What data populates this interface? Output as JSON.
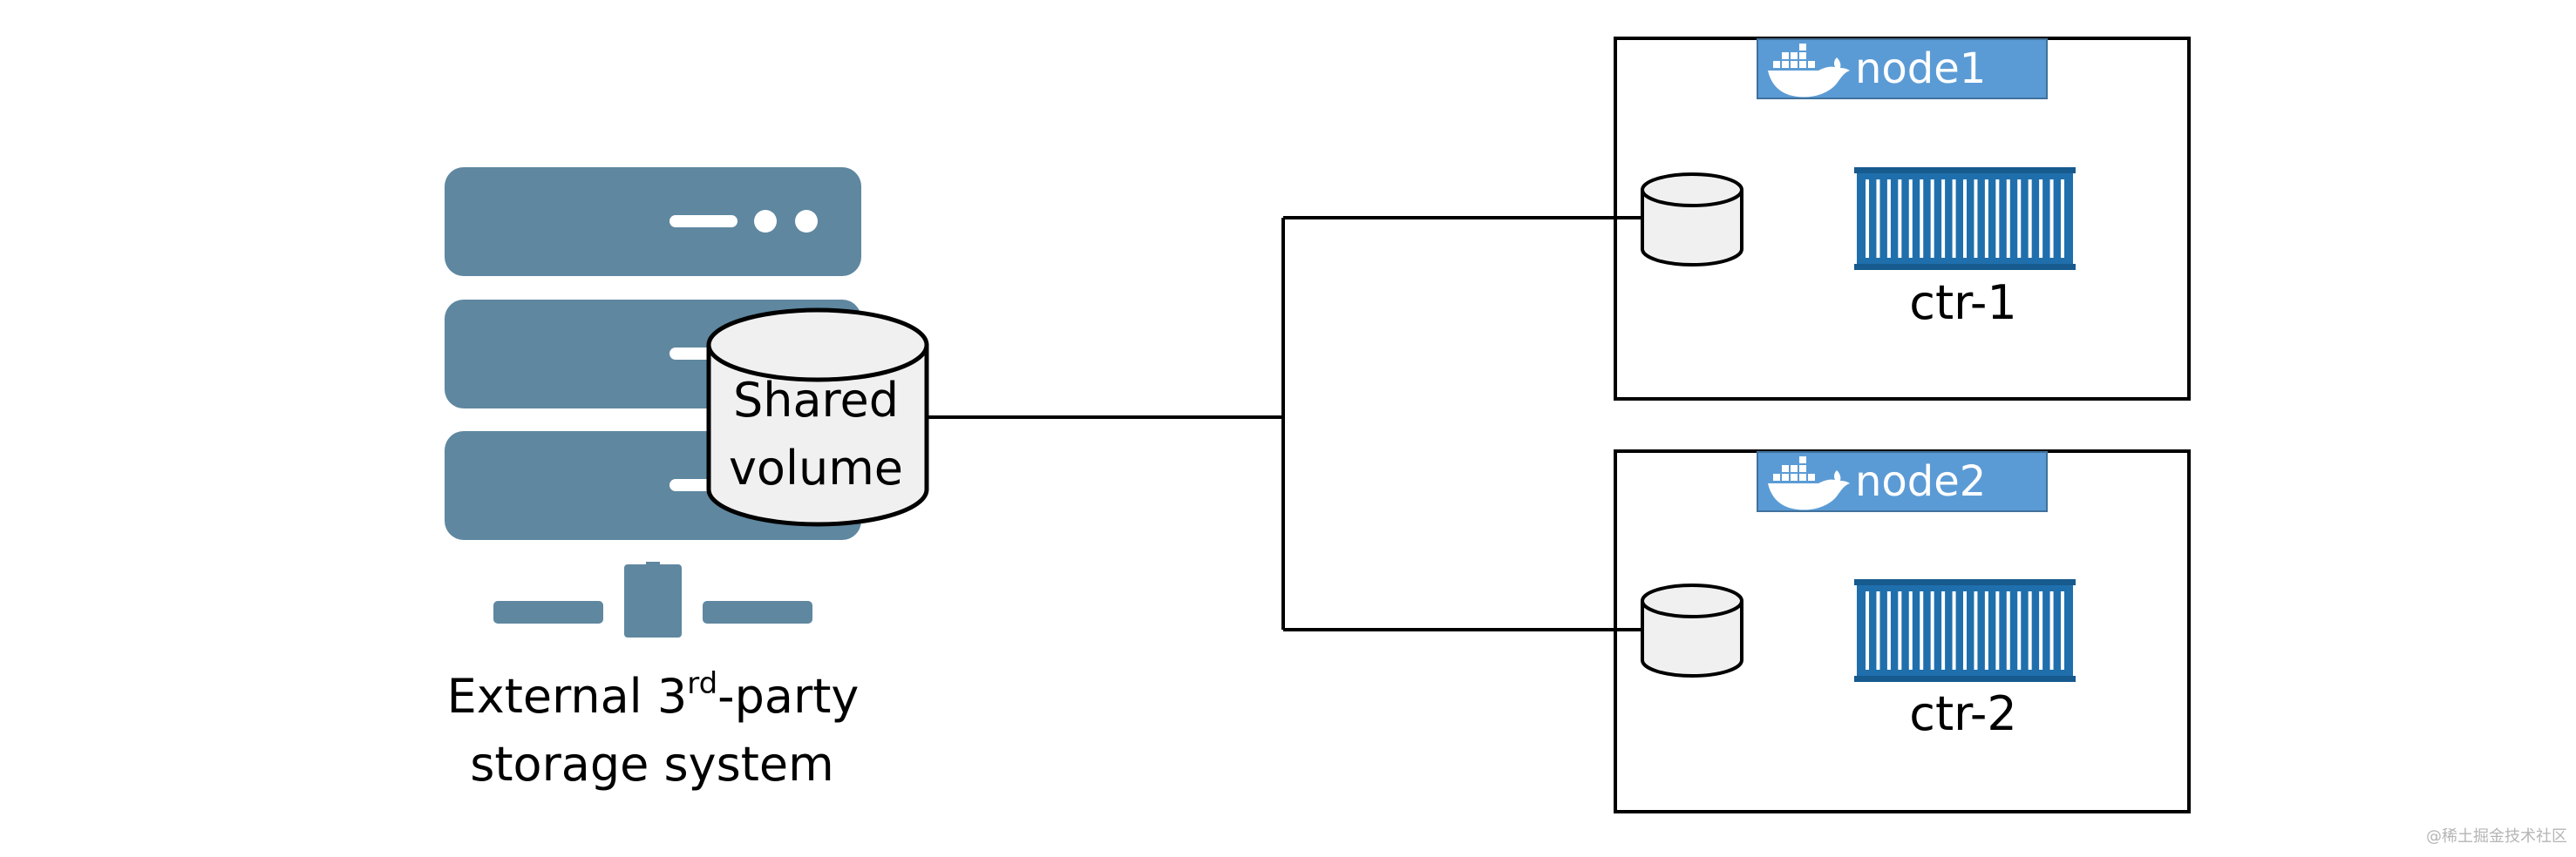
{
  "storage": {
    "label_line1_prefix": "External 3",
    "label_line1_sup": "rd",
    "label_line1_suffix": "-party",
    "label_line2": "storage system",
    "volume_line1": "Shared",
    "volume_line2": "volume"
  },
  "nodes": [
    {
      "label": "node1",
      "container": "ctr-1"
    },
    {
      "label": "node2",
      "container": "ctr-2"
    }
  ],
  "watermark": "@稀土掘金技术社区",
  "colors": {
    "server": "#5f87a0",
    "node_header": "#5b9bd5",
    "container": "#1f6fad",
    "volume_fill": "#f0f0f0",
    "line": "#000000"
  },
  "icons": {
    "server": "server-rack-icon",
    "docker": "docker-whale-icon",
    "container": "shipping-container-icon",
    "volume": "database-cylinder-icon"
  }
}
